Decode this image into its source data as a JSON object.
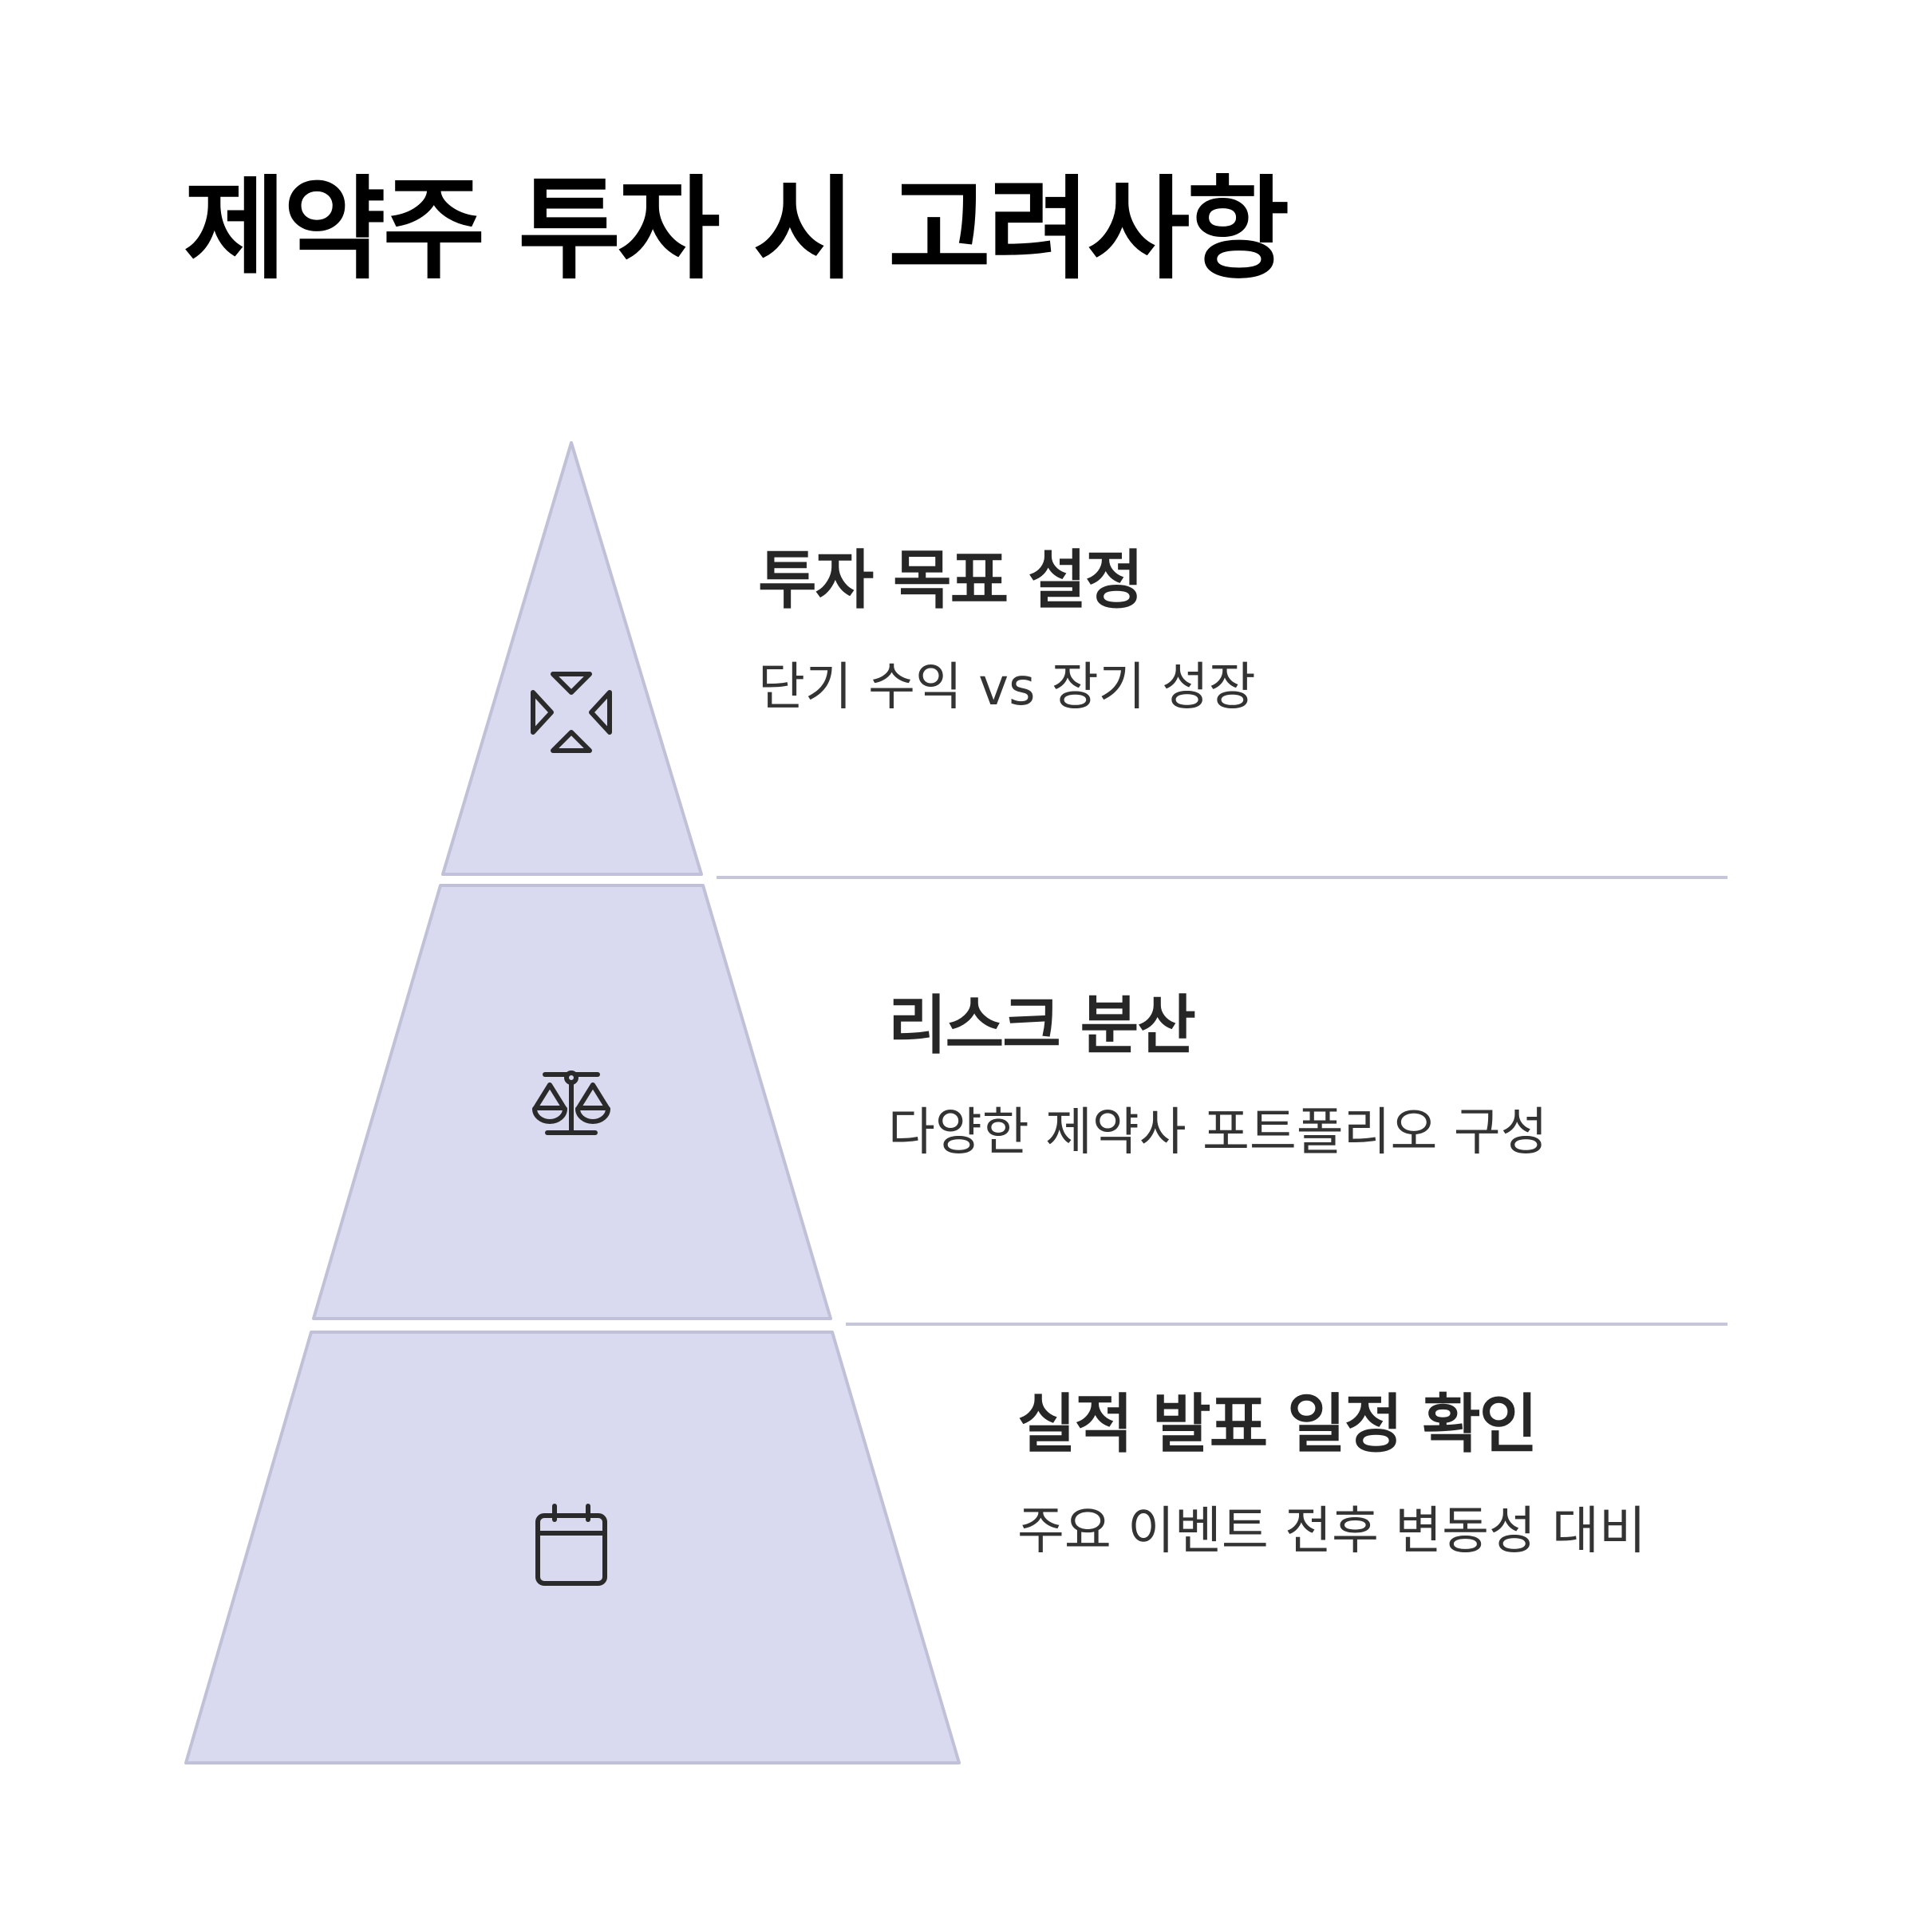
{
  "title": "제약주 투자 시 고려사항",
  "colors": {
    "tier_fill": "#d9d9ef",
    "tier_stroke": "#c0c0d8",
    "divider": "#c6c6d9",
    "text": "#262626"
  },
  "tiers": [
    {
      "title": "투자 목표 설정",
      "description": "단기 수익 vs 장기 성장",
      "icon": "target-arrows-icon"
    },
    {
      "title": "리스크 분산",
      "description": "다양한 제약사 포트폴리오 구성",
      "icon": "scale-icon"
    },
    {
      "title": "실적 발표 일정 확인",
      "description": "주요 이벤트 전후 변동성 대비",
      "icon": "calendar-icon"
    }
  ]
}
